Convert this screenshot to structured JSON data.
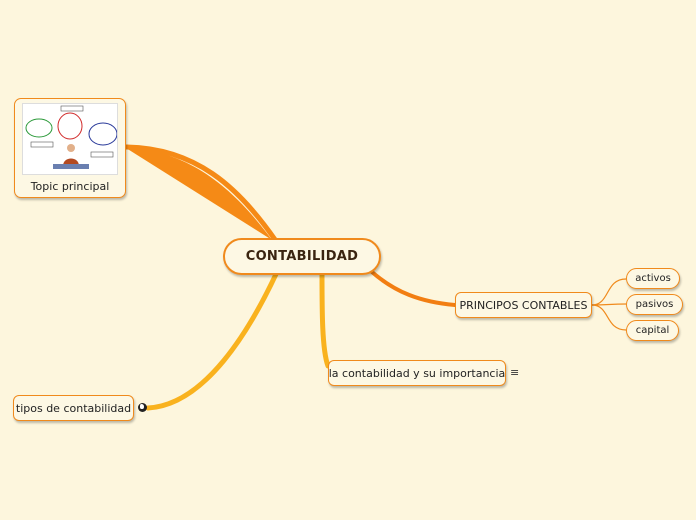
{
  "central": {
    "label": "CONTABILIDAD"
  },
  "topics": {
    "topic_principal": {
      "label": "Topic principal",
      "image": "business-presentation-illustration"
    },
    "principios": {
      "label": "PRINCIPOS CONTABLES"
    },
    "importancia": {
      "label": "la contabilidad y su importancia",
      "note_icon": "notes-icon"
    },
    "tipos": {
      "label": "tipos de contabilidad",
      "link_icon": "globe-link-icon"
    }
  },
  "subtopics": {
    "activos": {
      "label": "activos"
    },
    "pasivos": {
      "label": "pasivos"
    },
    "capital": {
      "label": "capital"
    }
  },
  "colors": {
    "background": "#fdf6dd",
    "branch": "#f5a21c",
    "branch_dark": "#f07a10",
    "node_border": "#f08a1c",
    "node_fill": "#fdf8e4"
  }
}
